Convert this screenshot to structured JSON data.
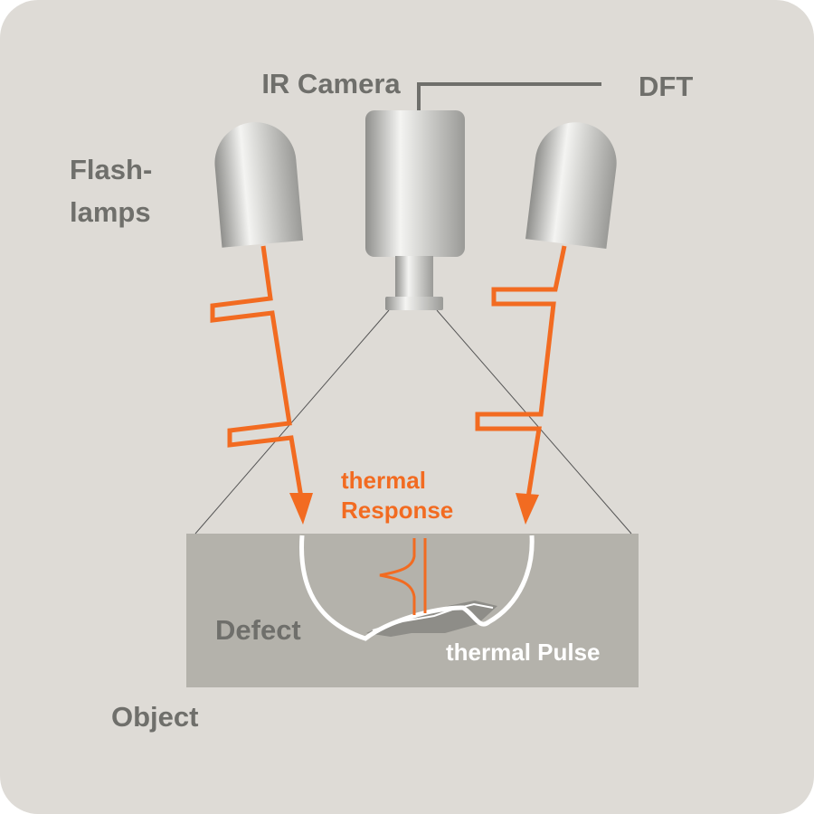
{
  "labels": {
    "ir_camera": "IR Camera",
    "dft": "DFT",
    "flashlamps_line1": "Flash-",
    "flashlamps_line2": "lamps",
    "thermal_response_line1": "thermal",
    "thermal_response_line2": "Response",
    "defect": "Defect",
    "thermal_pulse": "thermal Pulse",
    "object": "Object"
  },
  "colors": {
    "background": "#dedbd6",
    "object": "#b4b2ab",
    "accent": "#f26b21",
    "label": "#6f6f6b",
    "pulse": "#ffffff",
    "defect": "#8e8d88",
    "view_line": "#555555"
  },
  "icons": {
    "lamp": "flash-lamp-icon",
    "camera": "ir-camera-icon"
  }
}
